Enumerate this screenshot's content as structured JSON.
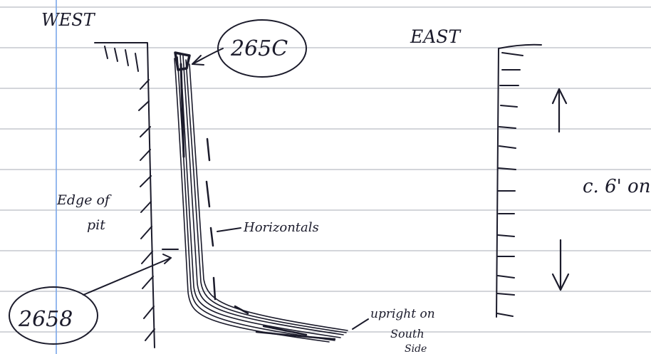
{
  "sketch": {
    "labels": {
      "west": "WEST",
      "east": "EAST",
      "sample_upper": "265C",
      "sample_lower": "2658",
      "edge_line1": "Edge of",
      "edge_line2": "pit",
      "horizontals": "Horizontals",
      "upright_line1": "upright on",
      "upright_line2": "South",
      "upright_line3": "Side",
      "depth": "c. 6' on"
    },
    "colors": {
      "paper": "#ffffff",
      "rule_lines": "#b9bcc4",
      "margin_line": "#7aa7ea",
      "ink": "#1b1b2b"
    }
  }
}
